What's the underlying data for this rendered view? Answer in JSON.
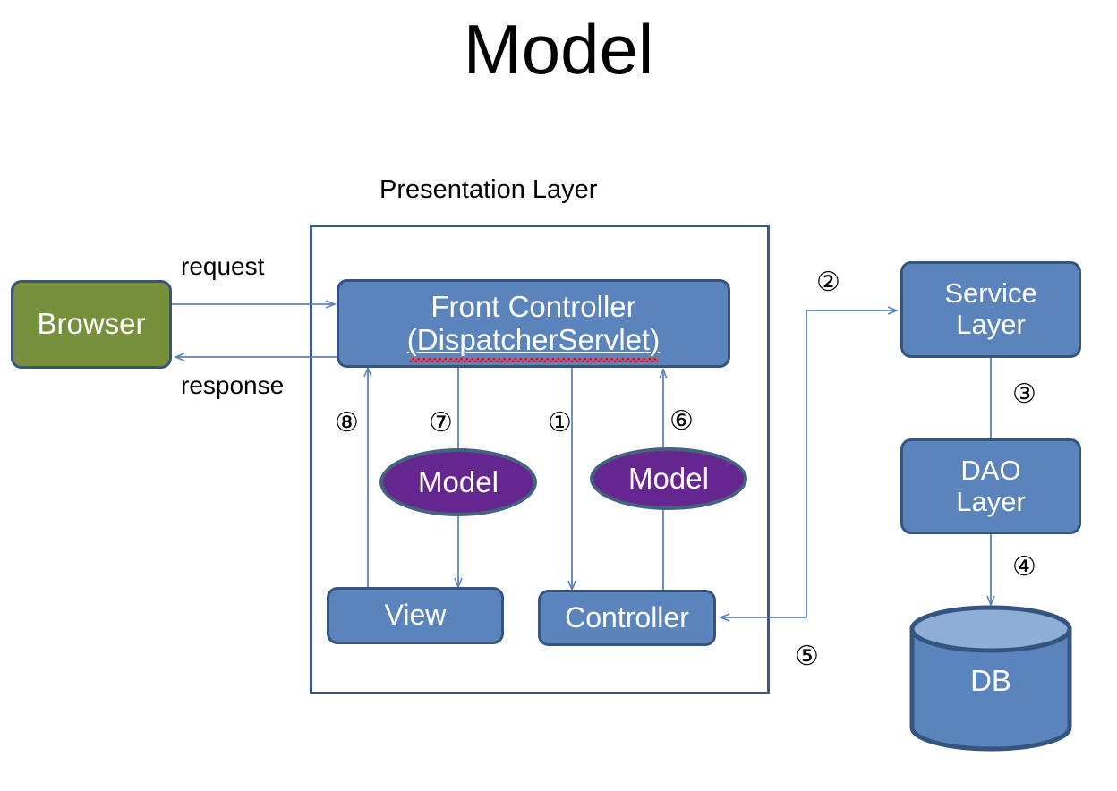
{
  "title": "Model",
  "group": {
    "label": "Presentation Layer"
  },
  "nodes": {
    "browser": {
      "label": "Browser",
      "color": "#77903c"
    },
    "front_controller": {
      "label": "Front Controller",
      "sublabel": "(DispatcherServlet)",
      "color": "#5b84bd"
    },
    "view": {
      "label": "View",
      "color": "#5b84bd"
    },
    "controller": {
      "label": "Controller",
      "color": "#5b84bd"
    },
    "service_layer": {
      "label": "Service Layer",
      "line1": "Service",
      "line2": "Layer",
      "color": "#5b84bd"
    },
    "dao_layer": {
      "label": "DAO Layer",
      "line1": "DAO",
      "line2": "Layer",
      "color": "#5b84bd"
    },
    "db": {
      "label": "DB",
      "color": "#5b84bd"
    },
    "model_left": {
      "label": "Model",
      "color": "#65278f"
    },
    "model_right": {
      "label": "Model",
      "color": "#65278f"
    }
  },
  "flow_labels": {
    "request": "request",
    "response": "response"
  },
  "steps": {
    "s1": "①",
    "s2": "②",
    "s3": "③",
    "s4": "④",
    "s5": "⑤",
    "s6": "⑥",
    "s7": "⑦",
    "s8": "⑧"
  },
  "colors": {
    "node_blue": "#5b84bd",
    "node_olive": "#77903c",
    "node_border": "#35547f",
    "model_purple": "#65278f",
    "model_border": "#44637f",
    "frame_border": "#3d5a87",
    "connector": "#5b84bd",
    "db_top": "#8eaed8",
    "spellcheck": "#ff0000"
  }
}
